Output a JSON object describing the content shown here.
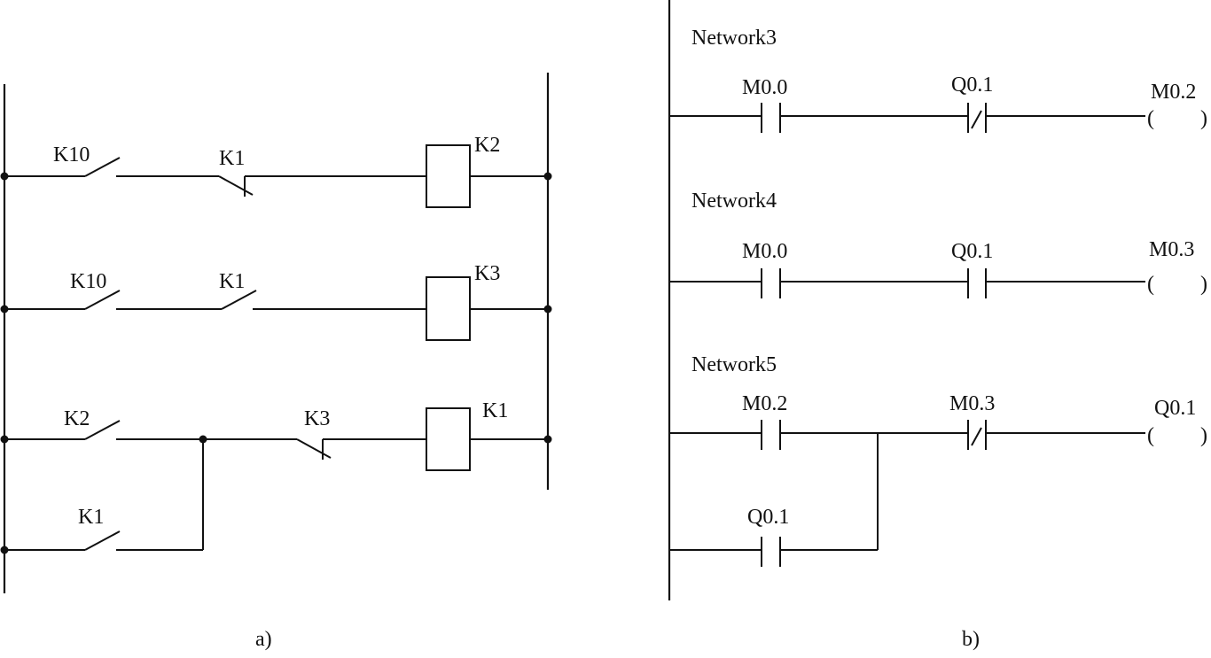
{
  "figure": {
    "panels": [
      {
        "id": "a",
        "caption": "a)",
        "title": "Relay circuit",
        "rungs": [
          {
            "elements": [
              {
                "type": "contact_no",
                "label": "K10"
              },
              {
                "type": "contact_nc",
                "label": "K1"
              },
              {
                "type": "coil_relay",
                "label": "K2"
              }
            ]
          },
          {
            "elements": [
              {
                "type": "contact_no",
                "label": "K10"
              },
              {
                "type": "contact_no",
                "label": "K1"
              },
              {
                "type": "coil_relay",
                "label": "K3"
              }
            ]
          },
          {
            "elements": [
              {
                "type": "contact_no",
                "label": "K2"
              },
              {
                "type": "contact_nc",
                "label": "K3"
              },
              {
                "type": "coil_relay",
                "label": "K1"
              }
            ],
            "parallel_branch": [
              {
                "type": "contact_no",
                "label": "K1"
              }
            ]
          }
        ]
      },
      {
        "id": "b",
        "caption": "b)",
        "title": "PLC ladder diagram",
        "networks": [
          {
            "name": "Network3",
            "elements": [
              {
                "type": "contact_no",
                "label": "M0.0"
              },
              {
                "type": "contact_nc",
                "label": "Q0.1"
              },
              {
                "type": "coil",
                "label": "M0.2"
              }
            ]
          },
          {
            "name": "Network4",
            "elements": [
              {
                "type": "contact_no",
                "label": "M0.0"
              },
              {
                "type": "contact_no",
                "label": "Q0.1"
              },
              {
                "type": "coil",
                "label": "M0.3"
              }
            ]
          },
          {
            "name": "Network5",
            "elements": [
              {
                "type": "contact_no",
                "label": "M0.2"
              },
              {
                "type": "contact_nc",
                "label": "M0.3"
              },
              {
                "type": "coil",
                "label": "Q0.1"
              }
            ],
            "parallel_branch": [
              {
                "type": "contact_no",
                "label": "Q0.1"
              }
            ]
          }
        ]
      }
    ]
  },
  "colors": {
    "ink": "#111111",
    "background": "#ffffff"
  }
}
